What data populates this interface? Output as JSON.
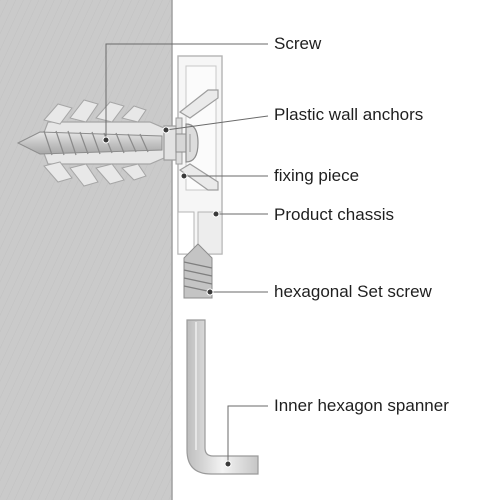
{
  "labels": {
    "screw": "Screw",
    "plastic_wall_anchors": "Plastic wall anchors",
    "fixing_piece": "fixing piece",
    "product_chassis": "Product chassis",
    "hexagonal_set_screw": "hexagonal Set screw",
    "inner_hexagon_spanner": "Inner hexagon spanner"
  },
  "colors": {
    "wall": "#c9c9c9",
    "wall_texture": "#b9b9b9",
    "part_fill": "#f4f4f4",
    "part_stroke": "#a9a9a9",
    "screw_metal": "#cfcfcf",
    "leader_line": "#6a6a6a",
    "marker_dot": "#3a3a3a"
  }
}
